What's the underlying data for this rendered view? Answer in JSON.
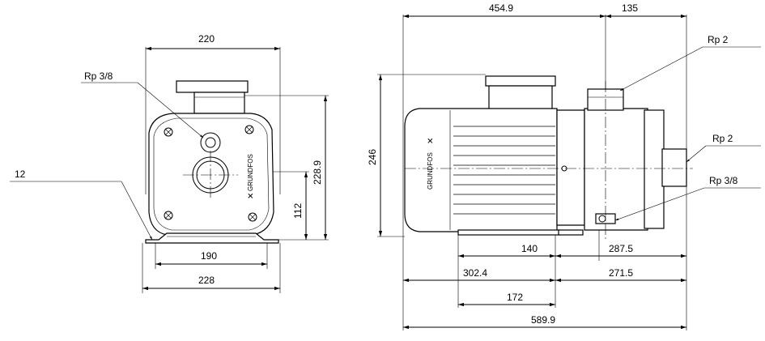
{
  "front_view": {
    "width_top": "220",
    "pipe_label_top": "Rp 3/8",
    "foot_label": "12",
    "height_total": "228.9",
    "height_axis": "112",
    "foot_span": "190",
    "base_width": "228"
  },
  "side_view": {
    "len_motor_to_port": "454.9",
    "port_offset": "135",
    "height_total": "246",
    "outlet_label": "Rp 2",
    "inlet_label": "Rp 2",
    "drain_label": "Rp 3/8",
    "foot_to_center": "140",
    "port_to_end": "287.5",
    "motor_to_center": "302.4",
    "center_to_end": "271.5",
    "foot_span": "172",
    "total_length": "589.9"
  },
  "brand_text": "GRUNDFOS"
}
